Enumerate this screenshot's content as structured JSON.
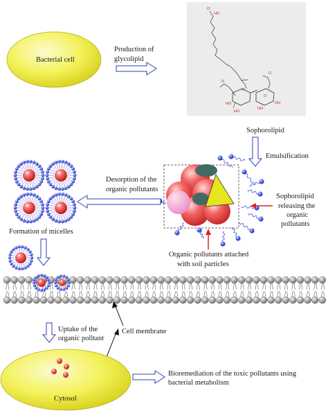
{
  "labels": {
    "bacterial_cell": "Bacterial cell",
    "production_line1": "Production of",
    "production_line2": "glycolipid",
    "sophorolipid": "Sophorolipid",
    "emulsification": "Emulsification",
    "desorption_line1": "Desorption of the",
    "desorption_line2": "organic pollutants",
    "formation_micelles": "Formation of micelles",
    "releasing_line1": "Sophorolipid",
    "releasing_line2": "releasing the",
    "releasing_line3": "organic",
    "releasing_line4": "pollutants",
    "attached_line1": "Organic pollutants attached",
    "attached_line2": "with soil particles",
    "uptake_line1": "Uptake of the",
    "uptake_line2": "organic polltant",
    "cell_membrane": "Cell membrane",
    "cytosol": "Cytosol",
    "bioremediation_line1": "Bioremediation of the toxic pollutants using",
    "bioremediation_line2": "bacterial metabolism"
  },
  "structure_atoms": {
    "acid_o": "O",
    "acid_ho": "HO",
    "acetyl_o1": "O",
    "acetyl_o2": "O",
    "ring_o1": "O",
    "ring_o2": "O",
    "oh1": "HO",
    "oh2": "HO",
    "oh3": "OH",
    "oh4": "OH"
  },
  "colors": {
    "cell_fill": "#f4f25a",
    "arrow_outline": "#2f3fb0",
    "micelle_head": "#3f4fd6",
    "pollutant_red": "#e23c3c",
    "dark_teal": "#3f6b63",
    "pink": "#f2a6d2",
    "yellow_triangle": "#e6e61e",
    "membrane_bead": "#9a9a9a",
    "red_arrow": "#e02020"
  }
}
